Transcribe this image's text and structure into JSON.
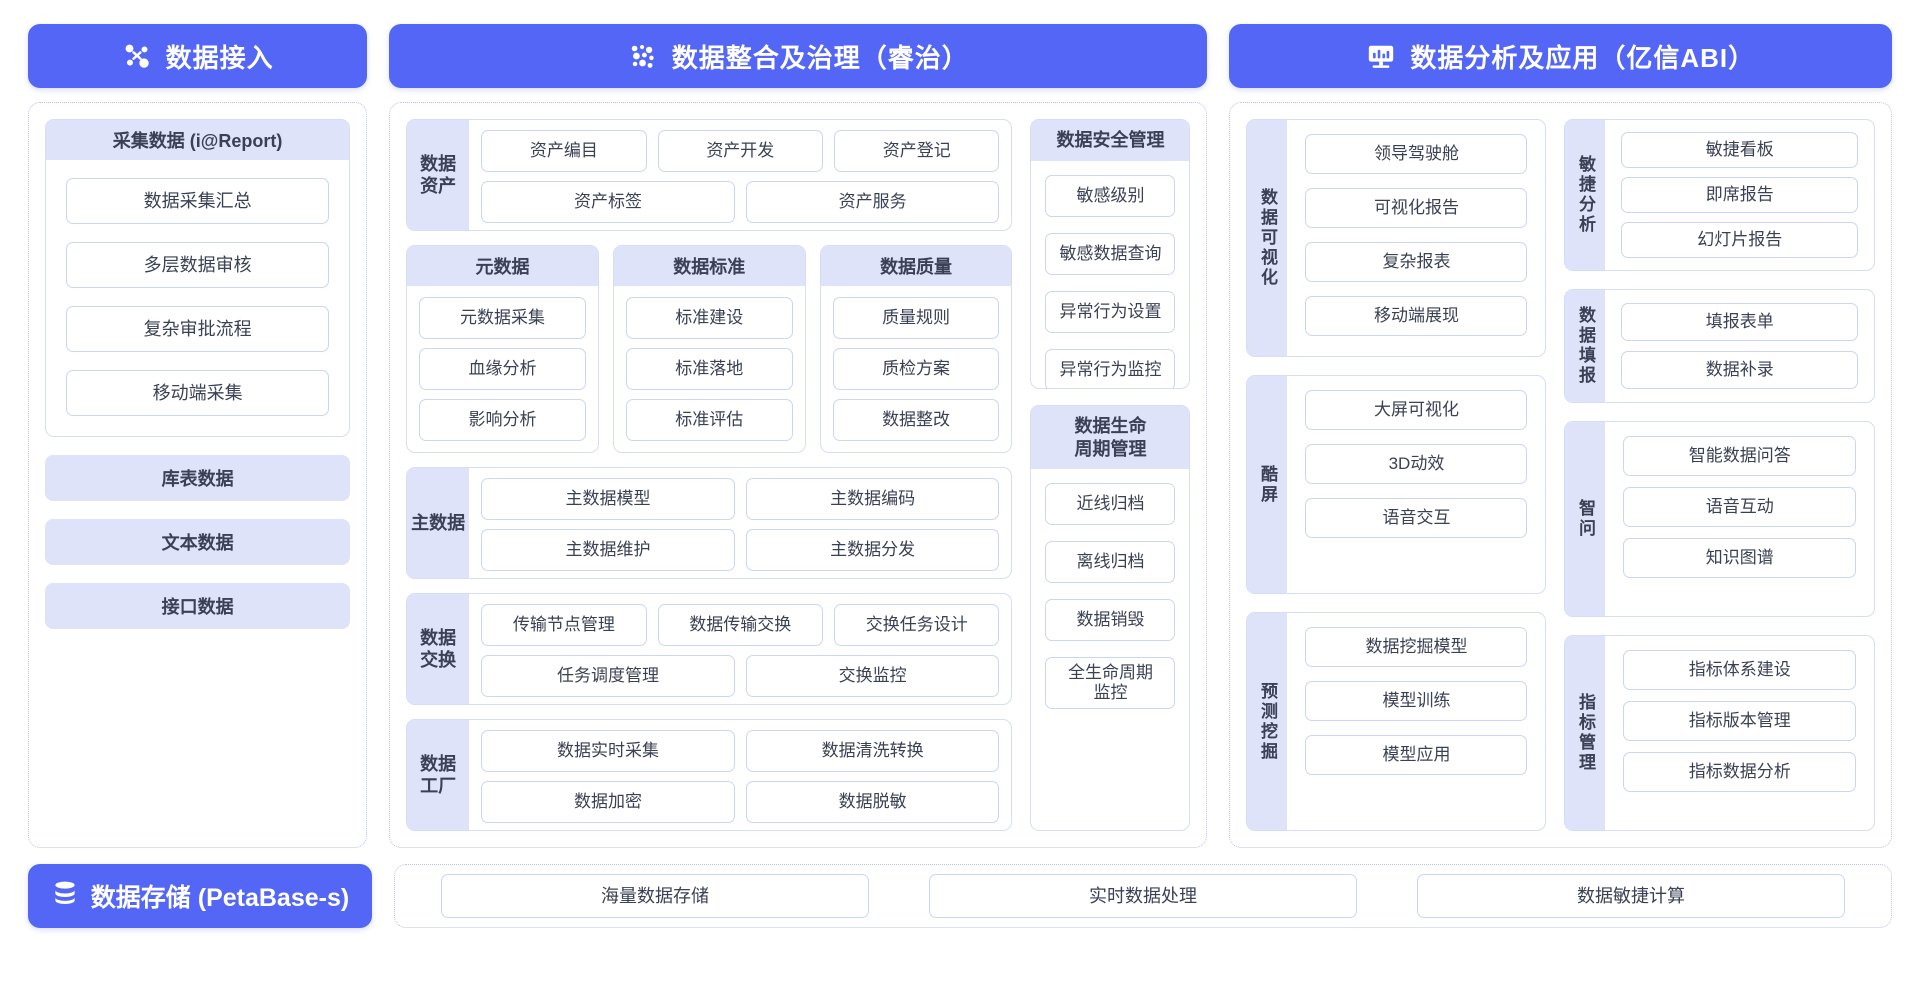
{
  "columns": [
    {
      "key": "ingest",
      "title": "数据接入",
      "icon": "network-nodes-icon",
      "capture_card": {
        "title": "采集数据 (i@Report)",
        "items": [
          "数据采集汇总",
          "多层数据审核",
          "复杂审批流程",
          "移动端采集"
        ]
      },
      "extra_bands": [
        "库表数据",
        "文本数据",
        "接口数据"
      ]
    },
    {
      "key": "govern",
      "title": "数据整合及治理（睿治）",
      "icon": "data-dots-icon",
      "asset_group": {
        "label": "数据\n资产",
        "row1": [
          "资产编目",
          "资产开发",
          "资产登记"
        ],
        "row2": [
          "资产标签",
          "资产服务"
        ]
      },
      "trio": [
        {
          "title": "元数据",
          "items": [
            "元数据采集",
            "血缘分析",
            "影响分析"
          ]
        },
        {
          "title": "数据标准",
          "items": [
            "标准建设",
            "标准落地",
            "标准评估"
          ]
        },
        {
          "title": "数据质量",
          "items": [
            "质量规则",
            "质检方案",
            "数据整改"
          ]
        }
      ],
      "master_group": {
        "label": "主数据",
        "row1": [
          "主数据模型",
          "主数据编码"
        ],
        "row2": [
          "主数据维护",
          "主数据分发"
        ]
      },
      "exchange_group": {
        "label": "数据\n交换",
        "row1": [
          "传输节点管理",
          "数据传输交换",
          "交换任务设计"
        ],
        "row2": [
          "任务调度管理",
          "交换监控"
        ]
      },
      "factory_group": {
        "label": "数据\n工厂",
        "row1": [
          "数据实时采集",
          "数据清洗转换"
        ],
        "row2": [
          "数据加密",
          "数据脱敏"
        ]
      },
      "side_cards": [
        {
          "title": "数据安全管理",
          "items": [
            "敏感级别",
            "敏感数据查询",
            "异常行为设置",
            "异常行为监控"
          ]
        },
        {
          "title": "数据生命\n周期管理",
          "items": [
            "近线归档",
            "离线归档",
            "数据销毁",
            "全生命周期\n监控"
          ]
        }
      ]
    },
    {
      "key": "analyze",
      "title": "数据分析及应用（亿信ABI）",
      "icon": "monitor-chart-icon",
      "left_cards": [
        {
          "label": "数据可视化",
          "items": [
            "领导驾驶舱",
            "可视化报告",
            "复杂报表",
            "移动端展现"
          ]
        },
        {
          "label": "酷屏",
          "items": [
            "大屏可视化",
            "3D动效",
            "语音交互"
          ]
        },
        {
          "label": "预测挖掘",
          "items": [
            "数据挖掘模型",
            "模型训练",
            "模型应用"
          ]
        }
      ],
      "right_cards": [
        {
          "label": "敏捷分析",
          "items": [
            "敏捷看板",
            "即席报告",
            "幻灯片报告"
          ]
        },
        {
          "label": "数据填报",
          "items": [
            "填报表单",
            "数据补录"
          ]
        },
        {
          "label": "智问",
          "items": [
            "智能数据问答",
            "语音互动",
            "知识图谱"
          ]
        },
        {
          "label": "指标管理",
          "items": [
            "指标体系建设",
            "指标版本管理",
            "指标数据分析"
          ]
        }
      ]
    }
  ],
  "bottom": {
    "badge_title": "数据存储 (PetaBase-s)",
    "badge_icon": "database-stack-icon",
    "items": [
      "海量数据存储",
      "实时数据处理",
      "数据敏捷计算"
    ]
  },
  "colors": {
    "brand": "#5466f5",
    "band": "#dfe3fa",
    "pill_border": "#ccd4f7",
    "dashed_border": "#b9c1e8",
    "text": "#3b4154"
  }
}
